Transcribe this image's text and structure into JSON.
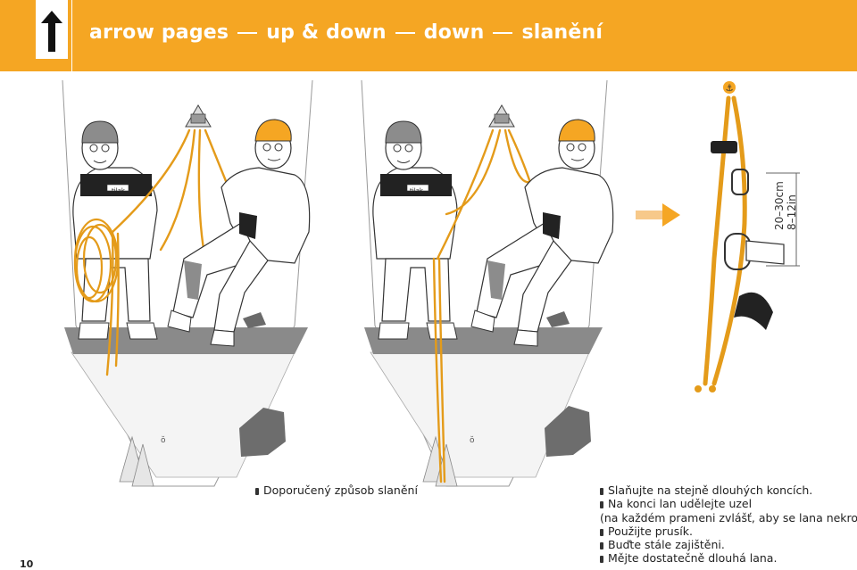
{
  "header": {
    "title_parts": [
      "arrow pages",
      "up & down",
      "down",
      "slanění"
    ],
    "accent_color": "#f5a623",
    "icon": "up-arrow-icon"
  },
  "figure": {
    "measure_1": "20–30cm",
    "measure_2": "8–12in",
    "harness_brand": "tilak"
  },
  "captions": {
    "left": "Doporučený způsob slanění",
    "right": [
      "Slaňujte na stejně dlouhých koncích.",
      "Na konci lan udělejte uzel",
      "(na každém prameni zvlášť, aby se lana nekroutila).",
      "Použijte prusík.",
      "Buďte stále zajištěni.",
      "Mějte dostatečně dlouhá lana."
    ],
    "right_bulleted": [
      true,
      true,
      false,
      true,
      true,
      true
    ]
  },
  "page_number": "10"
}
